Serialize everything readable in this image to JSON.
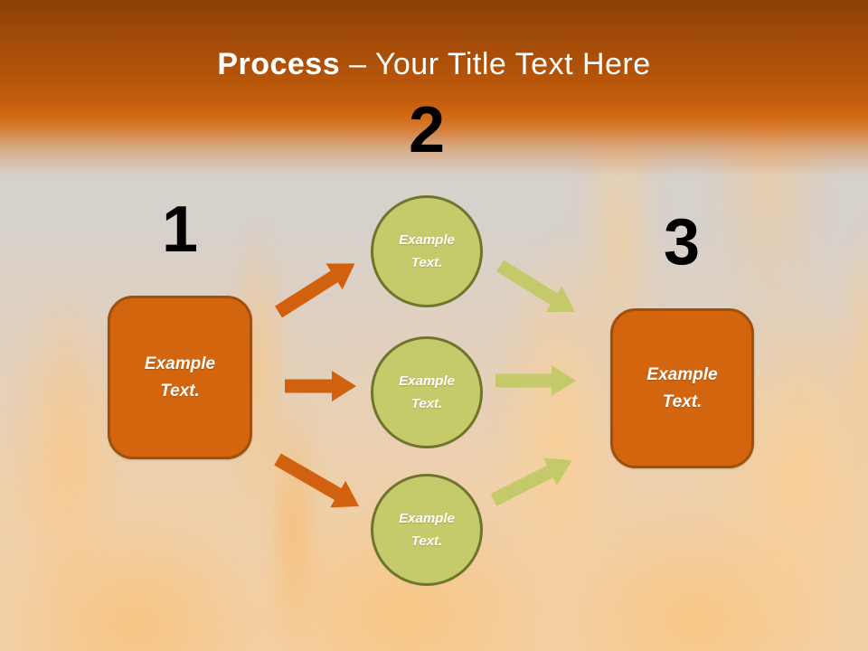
{
  "title": {
    "emphasis": "Process",
    "rest": "– Your Title Text Here"
  },
  "steps": [
    {
      "number": "1",
      "label": "Example Text."
    },
    {
      "number": "2",
      "circles": [
        {
          "label": "Example Text."
        },
        {
          "label": "Example Text."
        },
        {
          "label": "Example Text."
        }
      ]
    },
    {
      "number": "3",
      "label": "Example Text."
    }
  ],
  "colors": {
    "header_top": "#8A3F06",
    "header_mid": "#C05C10",
    "header_bottom": "#D2670F",
    "title_text": "#FFFFFF",
    "number_text": "#000000",
    "box_fill": "#D2650E",
    "box_border": "#A0500D",
    "circle_fill": "#C5CA6B",
    "circle_border": "#70752E",
    "arrow_orange": "#D2610F",
    "arrow_green": "#C4CA6A",
    "background_smoke": "#D6D2CF",
    "background_flame": "#F8CD9A"
  }
}
